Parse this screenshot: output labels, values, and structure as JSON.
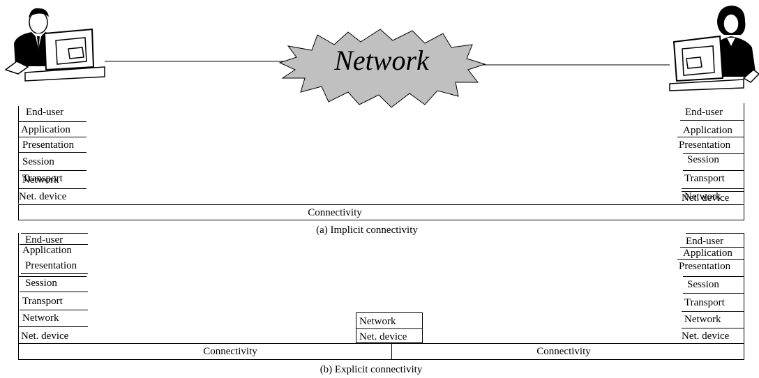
{
  "network_cloud": {
    "label": "Network"
  },
  "layers": [
    "End-user",
    "Application",
    "Presentation",
    "Session",
    "Transport",
    "Network",
    "Net. device"
  ],
  "router_layers": [
    "Network",
    "Net. device"
  ],
  "panel_a": {
    "connectivity_label": "Connectivity",
    "caption": "(a) Implicit connectivity"
  },
  "panel_b": {
    "connectivity_left_label": "Connectivity",
    "connectivity_right_label": "Connectivity",
    "caption": "(b) Explicit connectivity"
  },
  "colors": {
    "cloud_fill": "#c0c0c0",
    "line": "#000000",
    "background": "#ffffff"
  }
}
